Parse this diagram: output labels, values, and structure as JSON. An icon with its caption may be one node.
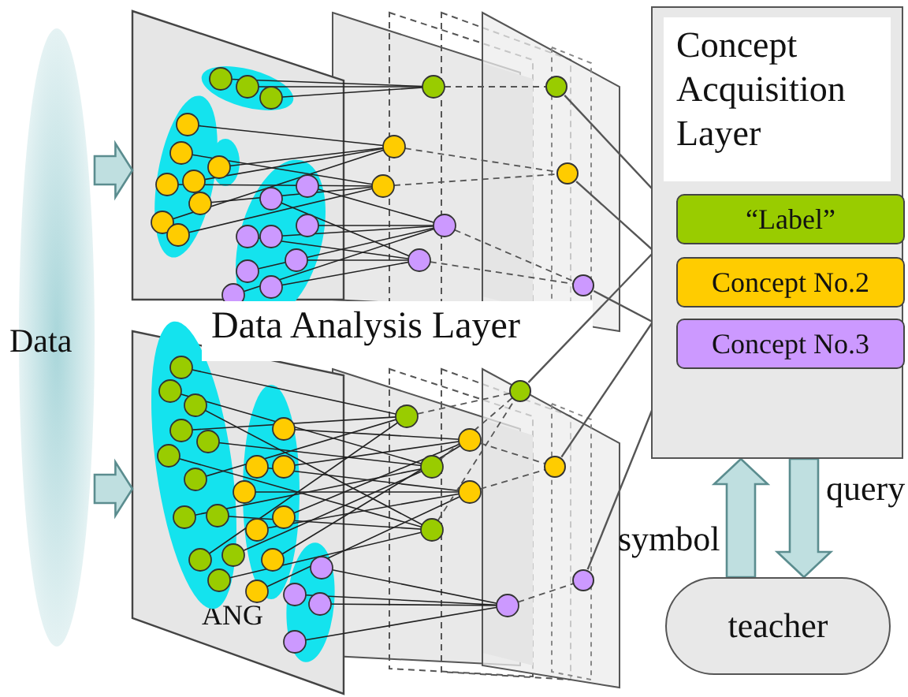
{
  "diagram": {
    "nodes": [
      {
        "text": [
          "Data"
        ]
      },
      {
        "text": [],
        "shape": "box"
      },
      {
        "text": [
          "ANG"
        ]
      },
      {
        "text": [
          "Concept Acquisition Layer"
        ]
      },
      {
        "text": [
          "“Label”"
        ],
        "in": 3
      },
      {
        "text": [
          "Concept No.2"
        ],
        "in": 3
      },
      {
        "text": [
          "Concept No.3"
        ],
        "in": 3
      },
      {
        "text": [
          "teacher"
        ]
      },
      {
        "text": [],
        "shape": "circle"
      },
      {
        "text": [],
        "shape": "circle"
      },
      {
        "text": [],
        "shape": "circle"
      },
      {
        "text": [],
        "shape": "circle"
      },
      {
        "text": [],
        "shape": "circle"
      },
      {
        "text": [],
        "shape": "circle"
      }
    ],
    "edges": [
      {
        "from": 0,
        "to": 1,
        "arrow": "to",
        "style": "thick"
      },
      {
        "from": 0,
        "to": 2,
        "arrow": "to",
        "style": "thick"
      },
      {
        "from": 8,
        "to": 4,
        "arrow": "none"
      },
      {
        "from": 9,
        "to": 5,
        "arrow": "none"
      },
      {
        "from": 10,
        "to": 6,
        "arrow": "none"
      },
      {
        "from": 11,
        "to": 4,
        "arrow": "none"
      },
      {
        "from": 12,
        "to": 5,
        "arrow": "none"
      },
      {
        "from": 13,
        "to": 6,
        "arrow": "none"
      },
      {
        "from": 7,
        "to": 3,
        "arrow": "to",
        "label": "symbol",
        "style": "thick"
      },
      {
        "from": 3,
        "to": 7,
        "arrow": "to",
        "label": "query",
        "style": "thick"
      }
    ],
    "labels": [
      "Data Analysis Layer"
    ]
  }
}
